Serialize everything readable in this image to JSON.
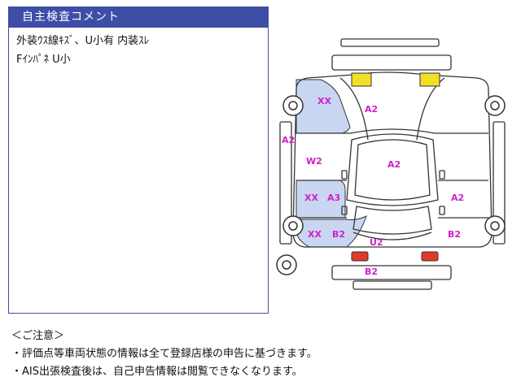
{
  "comment_panel": {
    "header": "自主検査コメント",
    "lines": [
      "外装ｳｽ線ｷｽﾞ、U小有 内装ｽﾚ",
      "Fｲﾝﾊﾟﾈ U小"
    ]
  },
  "diagram": {
    "marks": {
      "roof_front_left": "XX",
      "hood": "A2",
      "front_fender_left": "A2",
      "front_door_left": "W2",
      "roof": "A2",
      "rear_door_left_a": "XX",
      "rear_door_left_b": "A3",
      "rear_door_right": "A2",
      "rear_fender_left_a": "XX",
      "rear_fender_left_b": "B2",
      "rear_fender_right": "B2",
      "trunk": "U2",
      "rear_bumper": "B2"
    },
    "colors": {
      "damage_highlight": "#c9d6f2",
      "front_lights": "#f2e027",
      "rear_lights": "#e23a2a",
      "mark_text": "#d020c8",
      "outline": "#333333"
    }
  },
  "notes": {
    "title": "＜ご注意＞",
    "lines": [
      "・評価点等車両状態の情報は全て登録店様の申告に基づきます。",
      "・AIS出張検査後は、自己申告情報は閲覧できなくなります。"
    ]
  }
}
